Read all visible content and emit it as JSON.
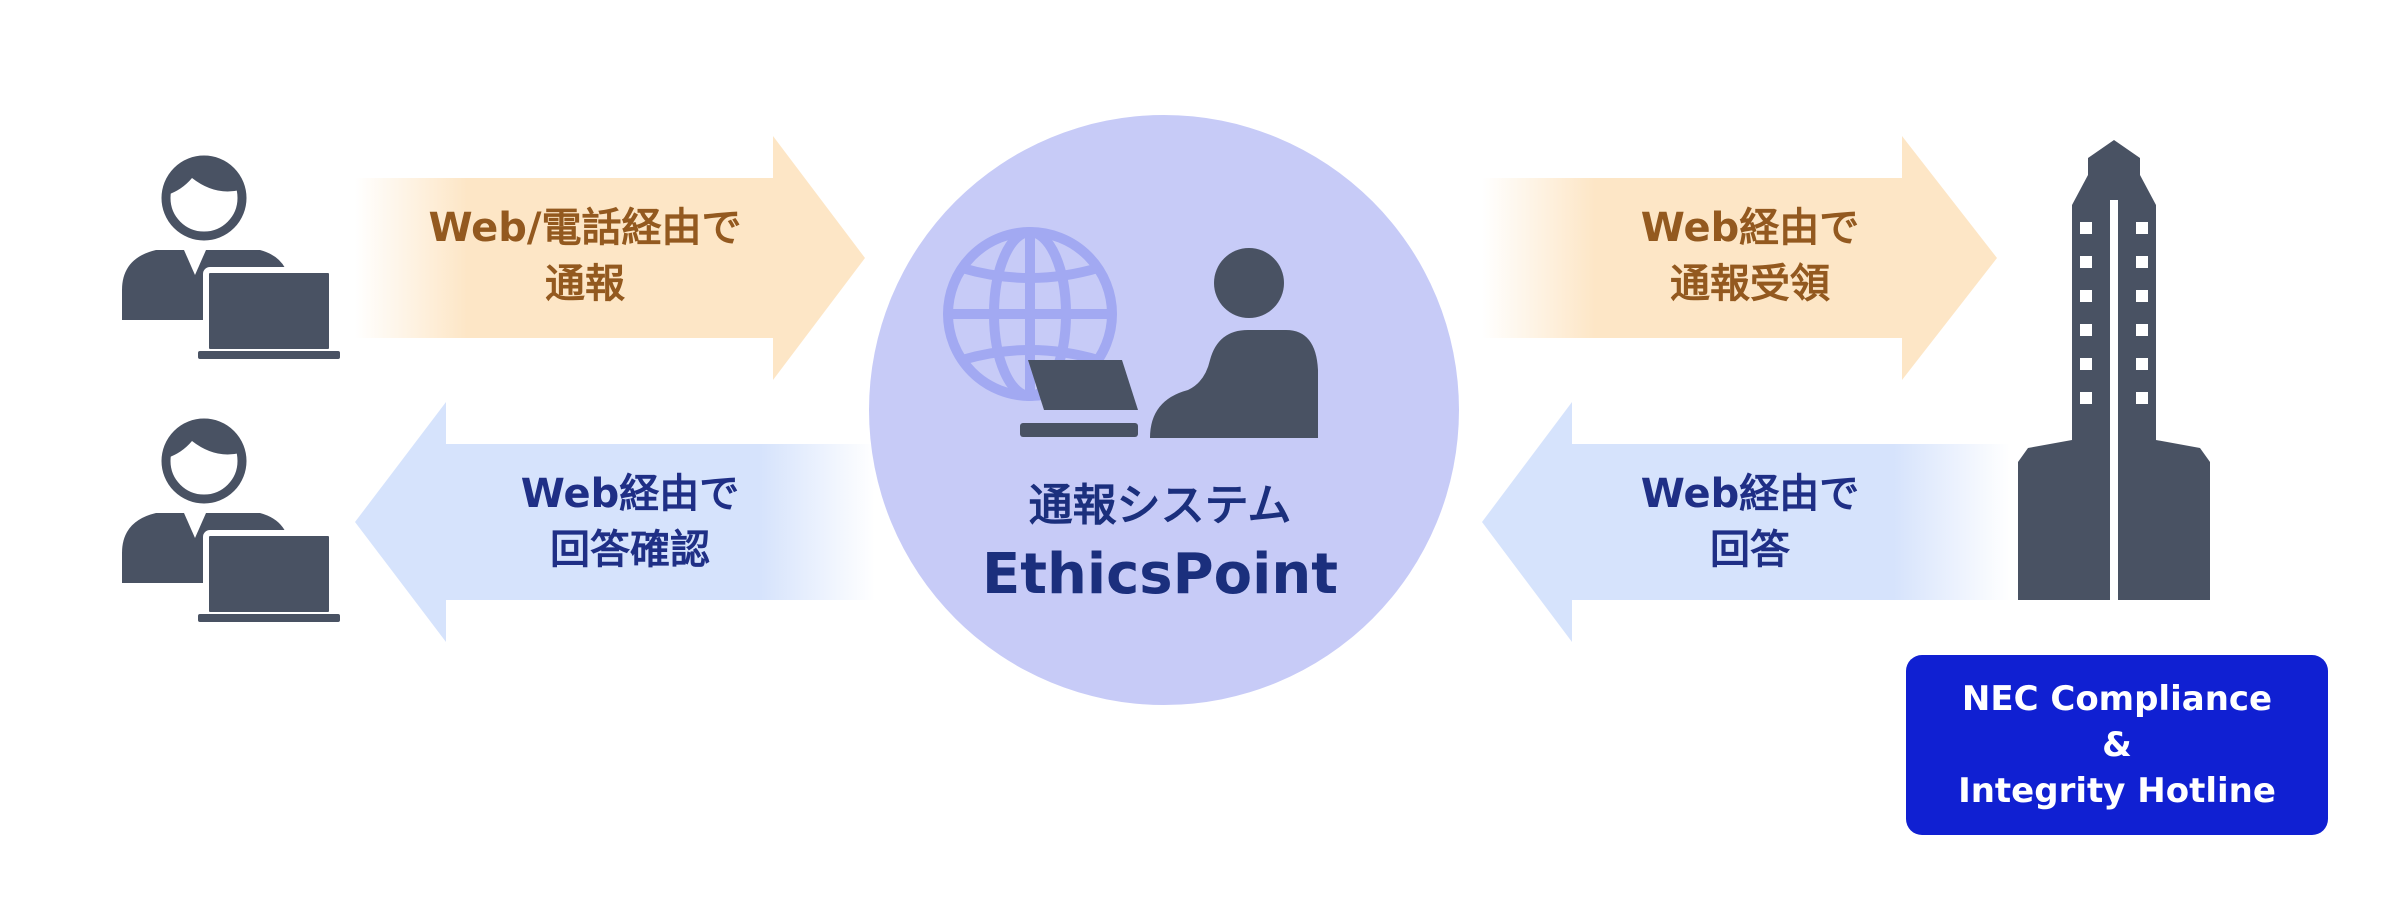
{
  "arrows": {
    "top_left": {
      "line1": "Web/電話経由で",
      "line2": "通報"
    },
    "bottom_left": {
      "line1": "Web経由で",
      "line2": "回答確認"
    },
    "top_right": {
      "line1": "Web経由で",
      "line2": "通報受領"
    },
    "bottom_right": {
      "line1": "Web経由で",
      "line2": "回答"
    }
  },
  "system": {
    "line1": "通報システム",
    "line2": "EthicsPoint"
  },
  "hotline": {
    "line1": "NEC Compliance",
    "line2": "&",
    "line3": "Integrity Hotline"
  },
  "colors": {
    "orange_arrow": "#fde6c6",
    "blue_arrow": "#d6e3fc",
    "circle": "#c7cbf7",
    "icon": "#495263",
    "globe": "#a2a9f2",
    "hotline_bg": "#1020d2"
  }
}
